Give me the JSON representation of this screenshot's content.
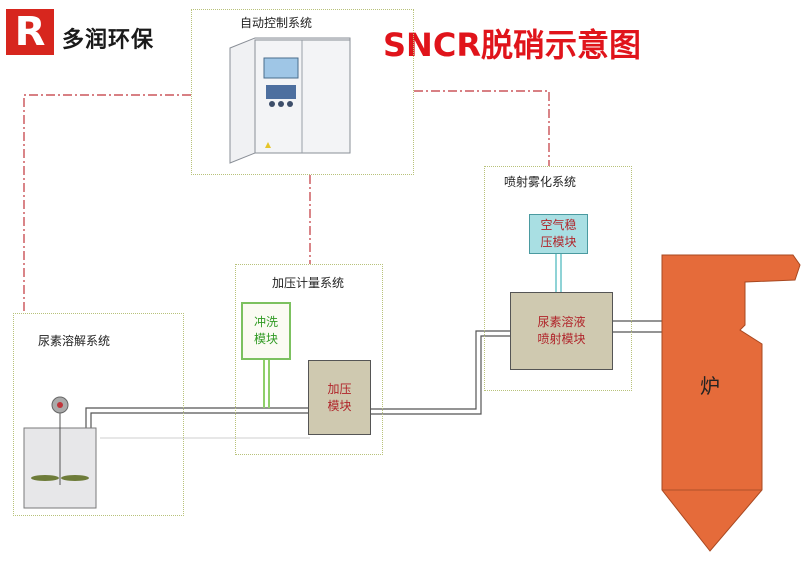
{
  "logo": {
    "mark": "R",
    "name": "多润环保"
  },
  "title": "SNCR脱硝示意图",
  "systems": {
    "control": "自动控制系统",
    "spray": "喷射雾化系统",
    "pressure": "加压计量系统",
    "urea": "尿素溶解系统"
  },
  "modules": {
    "air_stabilizer": "空气稳\n压模块",
    "urea_spray": "尿素溶液\n喷射模块",
    "flush": "冲洗\n模块",
    "pressurize": "加压\n模块"
  },
  "furnace": {
    "label": "炉"
  },
  "colors": {
    "title": "#e0141b",
    "logo": "#d7261e",
    "control_line": "#c0343a",
    "box_border": "#b8c27a",
    "furnace": "#e56b3a",
    "module_fill": "#cfc9b0",
    "flush_text": "#2f9a22",
    "module_text": "#b0242a"
  }
}
